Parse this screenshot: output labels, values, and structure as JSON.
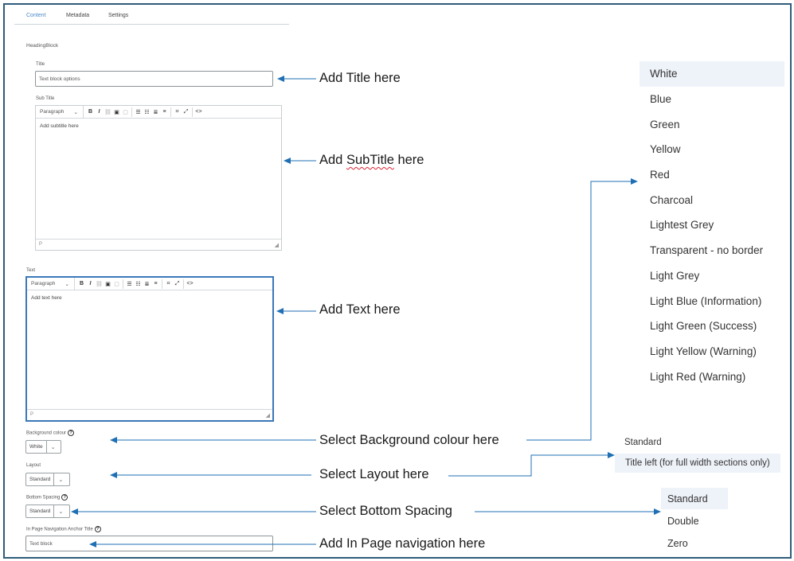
{
  "tabs": [
    {
      "label": "Content",
      "active": true
    },
    {
      "label": "Metadata",
      "active": false
    },
    {
      "label": "Settings",
      "active": false
    }
  ],
  "block_name": "HeadingBlock",
  "title_field": {
    "label": "Title",
    "value": "Text block options"
  },
  "subtitle_field": {
    "label": "Sub Title",
    "paragraph": "Paragraph",
    "content": "Add subtitle here",
    "status": "P"
  },
  "text_field": {
    "label": "Text",
    "paragraph": "Paragraph",
    "content": "Add text here",
    "status": "P"
  },
  "toolbar": {
    "bold": "B",
    "italic": "I",
    "code": "<>"
  },
  "background_field": {
    "label": "Background colour",
    "value": "White"
  },
  "layout_field": {
    "label": "Layout",
    "value": "Standard"
  },
  "bottom_spacing_field": {
    "label": "Bottom Spacing",
    "value": "Standard"
  },
  "anchor_field": {
    "label": "In Page Navigation Anchor Title",
    "value": "Text block"
  },
  "annotations": {
    "title": "Add Title here",
    "subtitle_prefix": "Add ",
    "subtitle_word": "SubTitle",
    "subtitle_suffix": " here",
    "text": "Add Text here",
    "background": "Select Background colour here",
    "layout": "Select Layout here",
    "bottom_spacing": "Select Bottom Spacing",
    "anchor": "Add In Page navigation here"
  },
  "colour_options": [
    {
      "label": "White",
      "selected": true
    },
    {
      "label": "Blue",
      "selected": false
    },
    {
      "label": "Green",
      "selected": false
    },
    {
      "label": "Yellow",
      "selected": false
    },
    {
      "label": "Red",
      "selected": false
    },
    {
      "label": "Charcoal",
      "selected": false
    },
    {
      "label": "Lightest Grey",
      "selected": false
    },
    {
      "label": "Transparent - no border",
      "selected": false
    },
    {
      "label": "Light Grey",
      "selected": false
    },
    {
      "label": "Light Blue (Information)",
      "selected": false
    },
    {
      "label": "Light Green (Success)",
      "selected": false
    },
    {
      "label": "Light Yellow (Warning)",
      "selected": false
    },
    {
      "label": "Light Red (Warning)",
      "selected": false
    }
  ],
  "layout_options": [
    {
      "label": "Standard",
      "selected": false
    },
    {
      "label": "Title left (for full width sections only)",
      "selected": true
    }
  ],
  "spacing_options": [
    {
      "label": "Standard",
      "selected": true
    },
    {
      "label": "Double",
      "selected": false
    },
    {
      "label": "Zero",
      "selected": false
    }
  ],
  "colors": {
    "accent": "#3b78b8",
    "arrow": "#1f6fb4",
    "frame": "#2f5c7a",
    "selected_bg": "#eef2f9"
  }
}
